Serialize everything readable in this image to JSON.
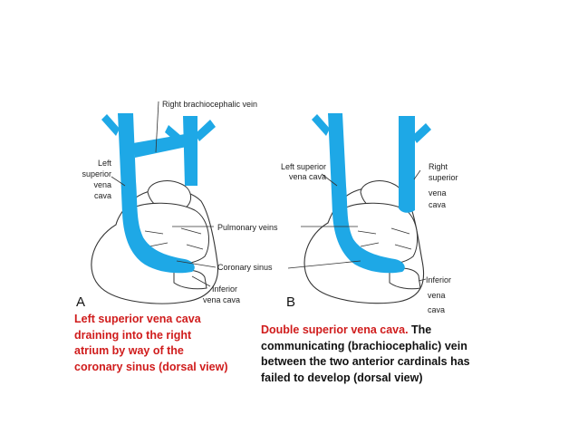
{
  "labels": {
    "right_brachiocephalic_vein": "Right brachiocephalic vein",
    "left_superior_vena_cava": [
      "Left",
      "superior",
      "vena",
      "cava"
    ],
    "pulmonary_veins": "Pulmonary veins",
    "coronary_sinus": "Coronary sinus",
    "inferior_vena_cava_a": [
      "Inferior",
      "vena cava"
    ],
    "left_superior_vena_cava_b": [
      "Left superior",
      "vena cava"
    ],
    "right_superior_vena_cava": [
      "Right",
      "superior",
      "vena",
      "cava"
    ],
    "inferior_vena_cava_b": [
      "Inferior",
      "vena",
      "cava"
    ]
  },
  "panel_letters": {
    "a": "A",
    "b": "B"
  },
  "captions": {
    "a": "Left superior vena cava draining into the right atrium by way of the coronary sinus (dorsal view)",
    "b_highlight": "Double superior vena cava.",
    "b_rest": " The communicating (brachiocephalic) vein between the two anterior cardinals has failed to develop (dorsal view)"
  },
  "colors": {
    "vein": "#1ea8e6",
    "caption_highlight": "#d01c1c",
    "outline": "#333333"
  }
}
